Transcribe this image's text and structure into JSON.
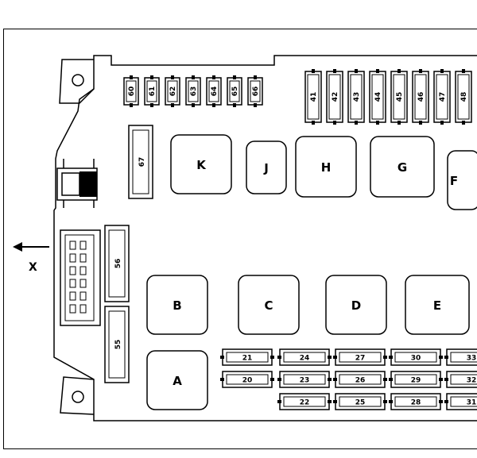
{
  "arrow_label": "X",
  "relays_large": [
    {
      "id": "K",
      "label": "K"
    },
    {
      "id": "J",
      "label": "J"
    },
    {
      "id": "H",
      "label": "H"
    },
    {
      "id": "G",
      "label": "G"
    },
    {
      "id": "F",
      "label": "F"
    },
    {
      "id": "B",
      "label": "B"
    },
    {
      "id": "C",
      "label": "C"
    },
    {
      "id": "D",
      "label": "D"
    },
    {
      "id": "E",
      "label": "E"
    },
    {
      "id": "A",
      "label": "A"
    }
  ],
  "top_fuses_left": [
    "60",
    "61",
    "62",
    "63",
    "64",
    "65",
    "66"
  ],
  "top_fuses_right": [
    "41",
    "42",
    "43",
    "44",
    "45",
    "46",
    "47",
    "48"
  ],
  "vertical_fuses": [
    "67",
    "56",
    "55"
  ],
  "bottom_fuses": [
    [
      "21",
      "24",
      "27",
      "30",
      "33"
    ],
    [
      "20",
      "23",
      "26",
      "29",
      "32"
    ],
    [
      "22",
      "25",
      "28",
      "31"
    ]
  ]
}
